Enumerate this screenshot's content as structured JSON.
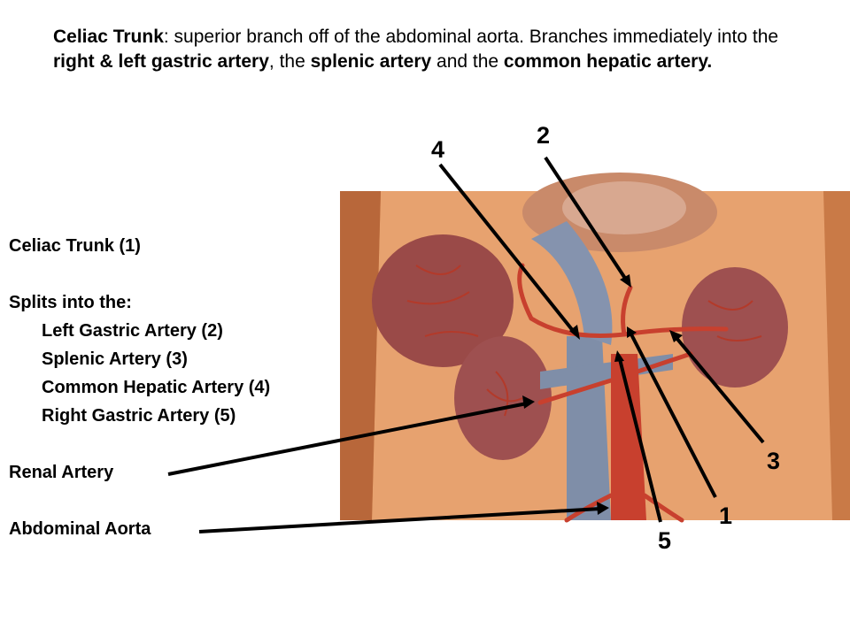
{
  "intro": {
    "term": "Celiac Trunk",
    "text1": ":  superior branch off of the abdominal aorta.  Branches immediately into the ",
    "term2": "right & left gastric artery",
    "text2": ", the ",
    "term3": "splenic artery",
    "text3": " and the ",
    "term4": "common hepatic artery."
  },
  "legend": {
    "title": "Celiac Trunk (1)",
    "splits": "Splits into the:",
    "items": [
      "Left Gastric Artery (2)",
      "Splenic Artery (3)",
      "Common Hepatic Artery (4)",
      "Right Gastric Artery (5)"
    ],
    "renal": "Renal Artery",
    "aorta": "Abdominal Aorta"
  },
  "numbers": [
    "1",
    "2",
    "3",
    "4",
    "5"
  ],
  "colors": {
    "arrow": "#000000",
    "artery": "#c8402e",
    "vein": "#7f8ea8",
    "organ": "#9a4a48",
    "body": "#e7a26f"
  }
}
